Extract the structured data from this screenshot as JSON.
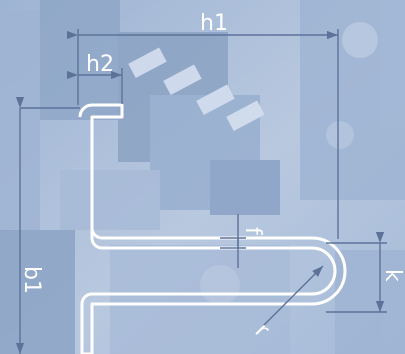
{
  "diagram": {
    "labels": {
      "h1": "h1",
      "h2": "h2",
      "f": "f",
      "k": "k",
      "b1": "b1",
      "r": "r"
    },
    "colors": {
      "background": "#b8c8df",
      "photo_light": "#d2ddee",
      "photo_dark": "#8ea6c7",
      "profile_stroke": "#ffffff",
      "profile_fill": "#c9d6ea",
      "dimension_line": "#5d7299",
      "label": "#ffffff"
    },
    "icons": {
      "arrow": "arrow-icon"
    }
  }
}
